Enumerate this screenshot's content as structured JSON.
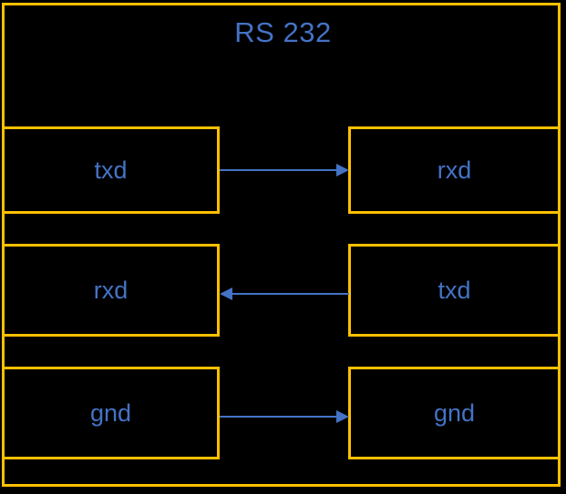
{
  "diagram": {
    "title": "RS 232",
    "background_color": "#000000",
    "border_color": "#FFC000",
    "text_color": "#4472C4",
    "arrow_color": "#4472C4"
  },
  "rows": [
    {
      "left_label": "txd",
      "right_label": "rxd",
      "arrow_direction": "right",
      "arrow_name": "arrow-txd-to-rxd"
    },
    {
      "left_label": "rxd",
      "right_label": "txd",
      "arrow_direction": "left",
      "arrow_name": "arrow-txd-to-rxd-reverse"
    },
    {
      "left_label": "gnd",
      "right_label": "gnd",
      "arrow_direction": "right",
      "arrow_name": "arrow-gnd-to-gnd"
    }
  ]
}
